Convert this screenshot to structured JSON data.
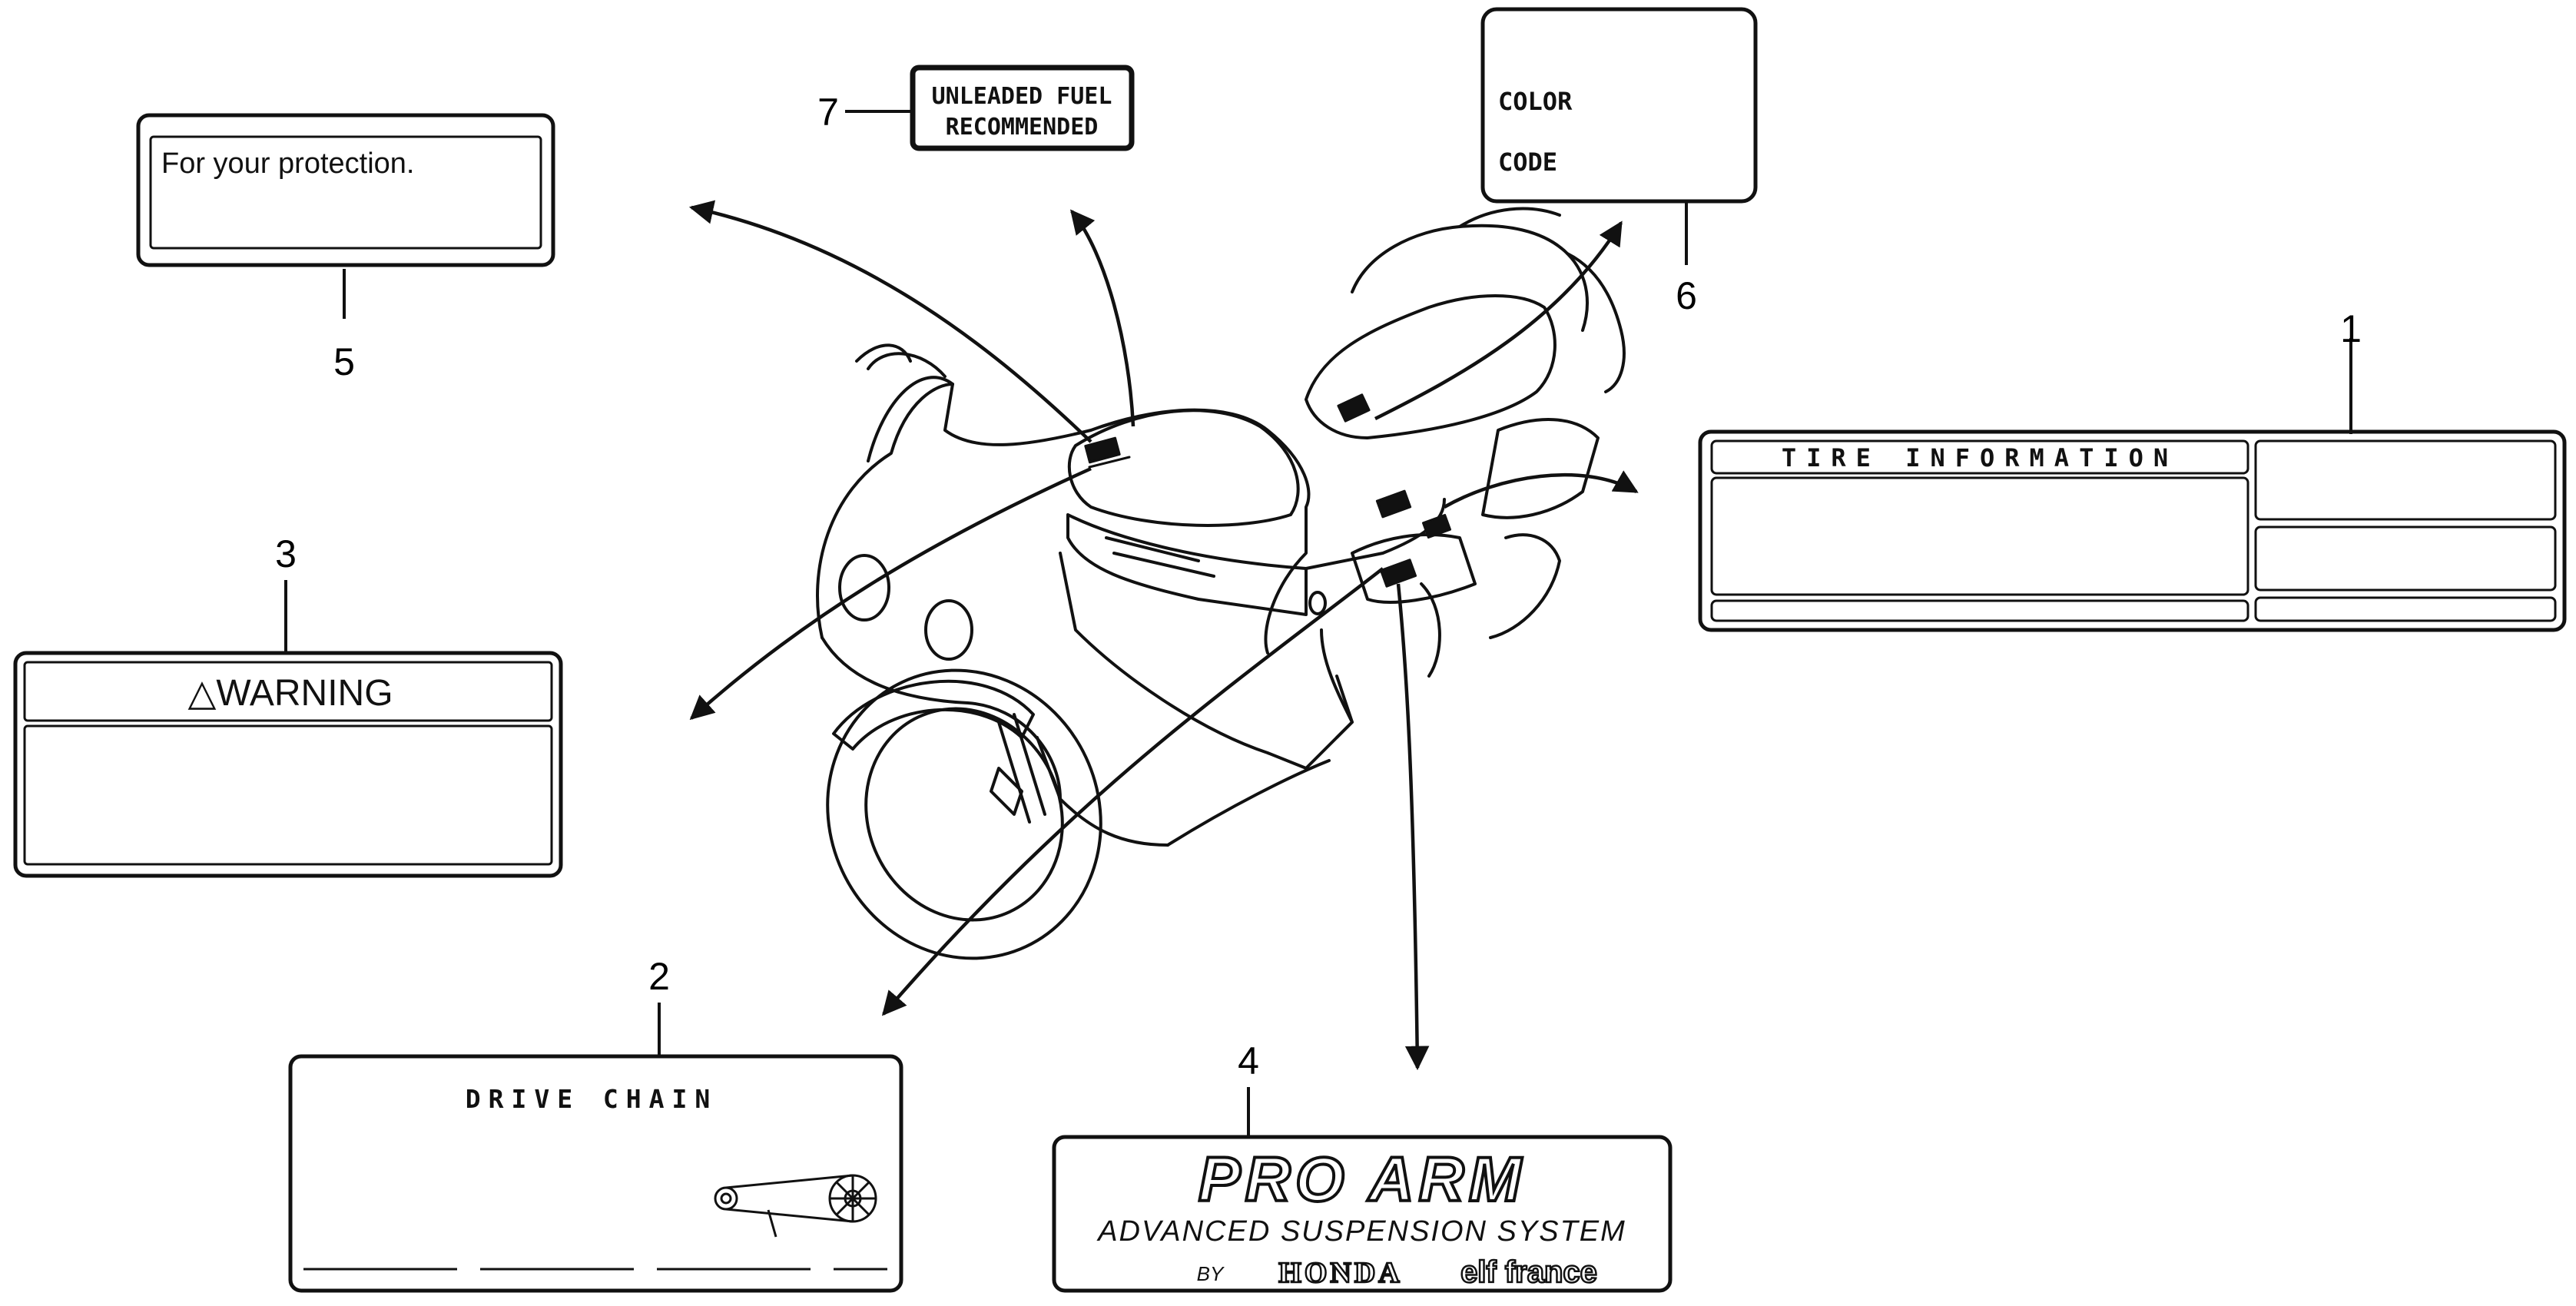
{
  "callouts": [
    "1",
    "2",
    "3",
    "4",
    "5",
    "6",
    "7"
  ],
  "labels": {
    "tire": {
      "title": "TIRE INFORMATION"
    },
    "drive_chain": {
      "title": "DRIVE CHAIN"
    },
    "warning": {
      "title": "△WARNING"
    },
    "pro_arm": {
      "logo_text": "PRO ARM",
      "line1": "ADVANCED SUSPENSION SYSTEM",
      "line2_prefix": "BY",
      "brand1": "HONDA",
      "brand2": "elf france"
    },
    "protection": {
      "text": "For your protection."
    },
    "color_code": {
      "line1": "COLOR",
      "line2": "CODE"
    },
    "fuel": {
      "line1": "UNLEADED FUEL",
      "line2": "RECOMMENDED"
    }
  },
  "icons": [
    "motorcycle-drawing",
    "chain-sprocket-icon"
  ]
}
